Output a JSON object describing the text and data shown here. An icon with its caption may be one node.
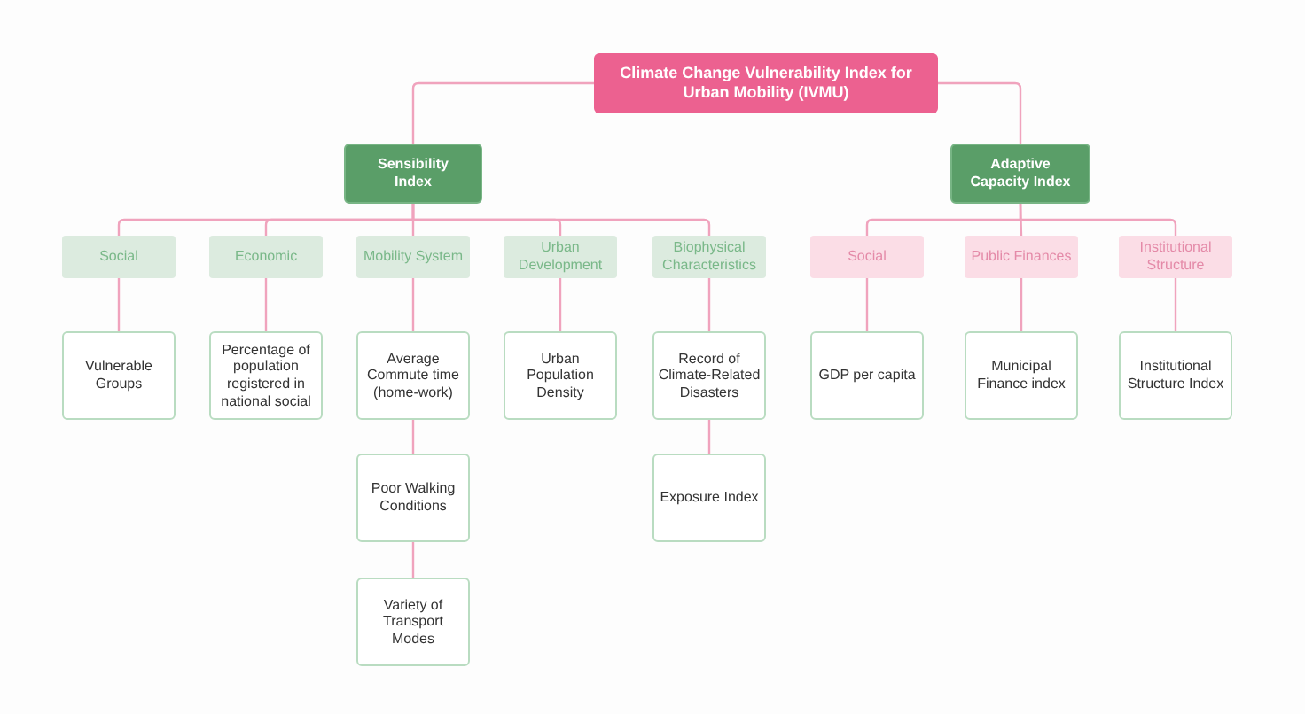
{
  "diagram": {
    "nodes": [
      {
        "text": [
          "Climate Change Vulnerability Index for Urban Mobility (IVMU)"
        ]
      },
      {
        "text": [
          "Sensibility Index"
        ]
      },
      {
        "text": [
          "Adaptive Capacity Index"
        ]
      },
      {
        "text": [
          "Social"
        ]
      },
      {
        "text": [
          "Economic"
        ]
      },
      {
        "text": [
          "Mobility System"
        ]
      },
      {
        "text": [
          "Urban Development"
        ]
      },
      {
        "text": [
          "Biophysical Characteristics"
        ]
      },
      {
        "text": [
          "Social"
        ]
      },
      {
        "text": [
          "Public Finances"
        ]
      },
      {
        "text": [
          "Institutional Structure"
        ]
      },
      {
        "text": [
          "Vulnerable Groups"
        ]
      },
      {
        "text": [
          "Percentage of population registered in national social"
        ]
      },
      {
        "text": [
          "Average Commute time (home-work)"
        ]
      },
      {
        "text": [
          "Urban Population Density"
        ]
      },
      {
        "text": [
          "Record of Climate-Related Disasters"
        ]
      },
      {
        "text": [
          "GDP per capita"
        ]
      },
      {
        "text": [
          "Municipal Finance index"
        ]
      },
      {
        "text": [
          "Institutional Structure Index"
        ]
      },
      {
        "text": [
          "Poor Walking Conditions"
        ]
      },
      {
        "text": [
          "Exposure Index"
        ]
      },
      {
        "text": [
          "Variety of Transport Modes"
        ]
      }
    ],
    "edges": [
      {
        "from": 0,
        "to": 1,
        "arrow": "none"
      },
      {
        "from": 0,
        "to": 2,
        "arrow": "none"
      },
      {
        "from": 1,
        "to": 3,
        "arrow": "none"
      },
      {
        "from": 1,
        "to": 4,
        "arrow": "none"
      },
      {
        "from": 1,
        "to": 5,
        "arrow": "none"
      },
      {
        "from": 1,
        "to": 6,
        "arrow": "none"
      },
      {
        "from": 1,
        "to": 7,
        "arrow": "none"
      },
      {
        "from": 2,
        "to": 8,
        "arrow": "none"
      },
      {
        "from": 2,
        "to": 9,
        "arrow": "none"
      },
      {
        "from": 2,
        "to": 10,
        "arrow": "none"
      },
      {
        "from": 3,
        "to": 11,
        "arrow": "none"
      },
      {
        "from": 4,
        "to": 12,
        "arrow": "none"
      },
      {
        "from": 5,
        "to": 13,
        "arrow": "none"
      },
      {
        "from": 6,
        "to": 14,
        "arrow": "none"
      },
      {
        "from": 7,
        "to": 15,
        "arrow": "none"
      },
      {
        "from": 8,
        "to": 16,
        "arrow": "none"
      },
      {
        "from": 9,
        "to": 17,
        "arrow": "none"
      },
      {
        "from": 10,
        "to": 18,
        "arrow": "none"
      },
      {
        "from": 13,
        "to": 19,
        "arrow": "none"
      },
      {
        "from": 15,
        "to": 20,
        "arrow": "none"
      },
      {
        "from": 19,
        "to": 21,
        "arrow": "none"
      }
    ]
  }
}
